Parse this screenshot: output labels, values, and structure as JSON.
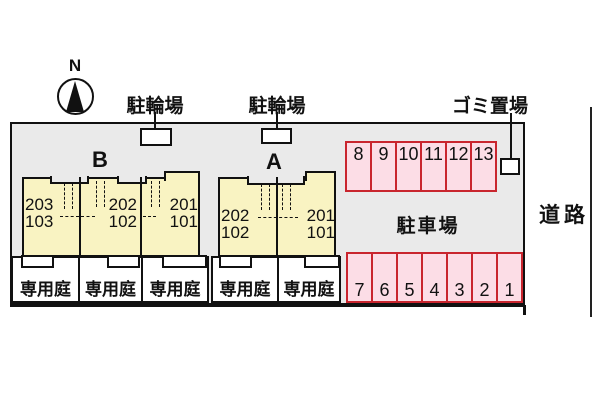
{
  "site_plan": {
    "compass_label": "N",
    "bicycle_parking_label_1": "駐輪場",
    "bicycle_parking_label_2": "駐輪場",
    "garbage_area_label": "ゴミ置場",
    "parking_lot_label": "駐車場",
    "road_label": "道路",
    "private_garden_label": "専用庭",
    "buildings": [
      {
        "label": "B",
        "units": [
          {
            "upper": "203",
            "lower": "103"
          },
          {
            "upper": "202",
            "lower": "102"
          },
          {
            "upper": "201",
            "lower": "101"
          }
        ]
      },
      {
        "label": "A",
        "units": [
          {
            "upper": "202",
            "lower": "102"
          },
          {
            "upper": "201",
            "lower": "101"
          }
        ]
      }
    ],
    "parking_spaces": {
      "north_row": [
        "8",
        "9",
        "10",
        "11",
        "12",
        "13"
      ],
      "south_row": [
        "7",
        "6",
        "5",
        "4",
        "3",
        "2",
        "1"
      ]
    },
    "colors": {
      "site_background": "#eaeaea",
      "building_fill": "#f9f3c2",
      "parking_fill": "#fcdde6",
      "parking_border": "#c9252e",
      "line": "#111111"
    }
  }
}
